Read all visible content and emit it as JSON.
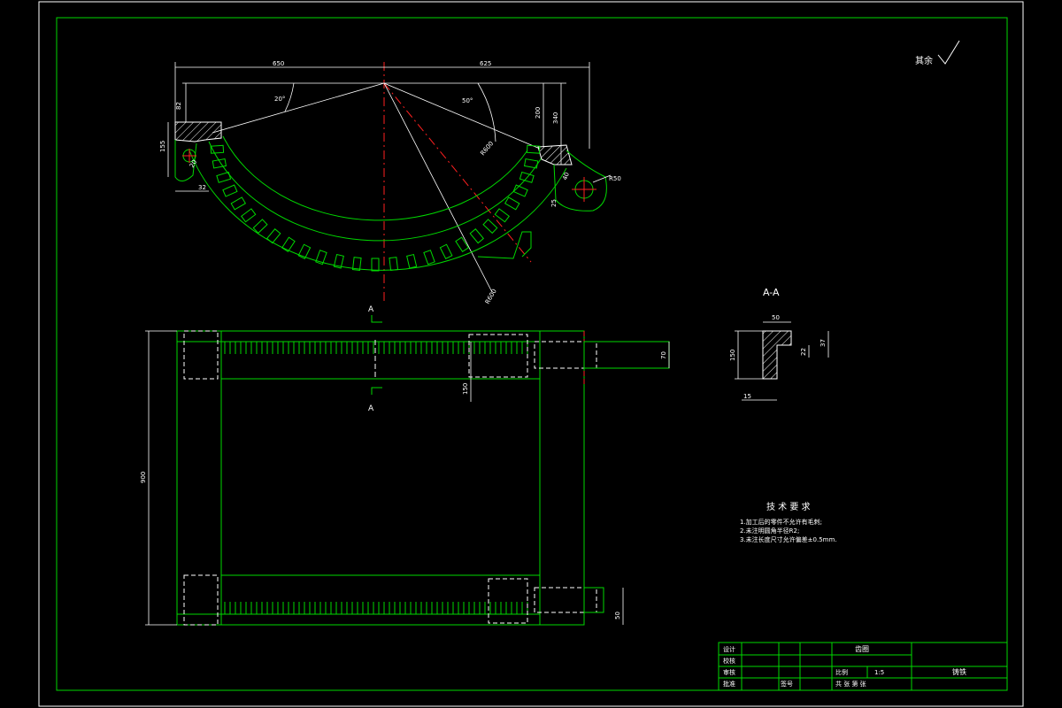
{
  "title_label": "A-A",
  "section_marks": [
    "A",
    "A"
  ],
  "roughness_note": "其余",
  "tech_req": {
    "heading": "技 术 要 求",
    "items": [
      "1.加工后的零件不允许有毛刺;",
      "2.未注明圆角半径R2;",
      "3.未注长度尺寸允许偏差±0.5mm."
    ]
  },
  "dimensions": {
    "top_left": "650",
    "top_right": "625",
    "angle_left": "20°",
    "angle_right": "50°",
    "h_left": "82",
    "h_right_1": "200",
    "h_right_2": "340",
    "left_small_1": "155",
    "left_small_2": "32",
    "left_small_3": "20",
    "right_small_1": "R50",
    "right_small_2": "40",
    "right_small_3": "25",
    "r_big": "R600",
    "r_mid": "R600",
    "aa_w": "50",
    "aa_h": "150",
    "aa_t": "15",
    "aa_r1": "37",
    "aa_r2": "22",
    "plan_h": "900",
    "plan_w1": "150",
    "plan_w2": "70",
    "plan_w3": "50"
  },
  "title_block": {
    "rows": [
      "设计",
      "校核",
      "审核",
      "批准"
    ],
    "part_name": "齿圈",
    "scale_label": "比例",
    "scale_value": "1:5",
    "material": "铸铁",
    "sheet": "共 张 第 张",
    "extra": "签号"
  }
}
